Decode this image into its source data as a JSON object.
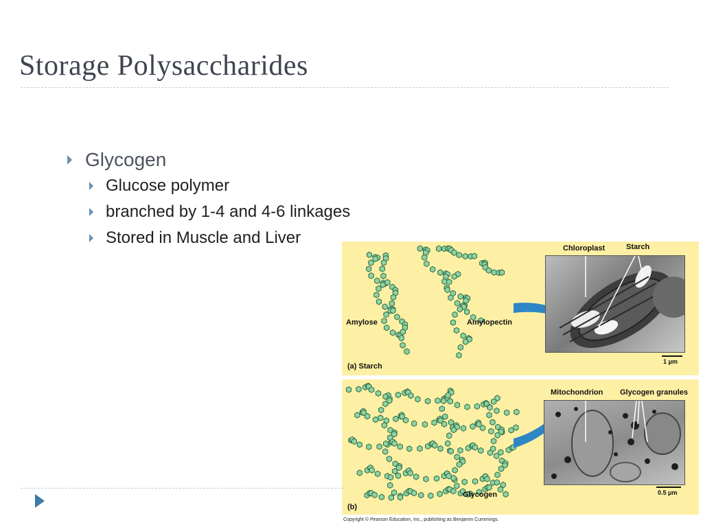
{
  "slide": {
    "title": "Storage Polysaccharides"
  },
  "bullets": {
    "level1": "Glycogen",
    "level2": [
      "Glucose polymer",
      "branched by 1-4 and 4-6 linkages",
      "Stored in Muscle and Liver"
    ]
  },
  "figure": {
    "panel_a": {
      "caption_letter": "(a)",
      "caption": "Starch",
      "label_amylose": "Amylose",
      "label_amylopectin": "Amylopectin",
      "label_chloroplast": "Chloroplast",
      "label_starch": "Starch",
      "scale": "1 μm"
    },
    "panel_b": {
      "caption_letter": "(b)",
      "label_glycogen": "Glycogen",
      "label_mitochondrion": "Mitochondrion",
      "label_granules": "Glycogen granules",
      "scale": "0.5 μm"
    },
    "copyright": "Copyright © Pearson Education, Inc., publishing as Benjamin Cummings."
  },
  "colors": {
    "title": "#3f4451",
    "bullet_arrow": "#6b8fb2",
    "panel_bg": "#fdf0a4",
    "glucose_fill": "#8fd3a3",
    "glucose_stroke": "#2f6b45",
    "callout_arrow": "#2f86c6",
    "nav_icon": "#3c7aa8"
  },
  "icons": {
    "bullet": "right-triangle-icon",
    "nav": "next-slide-icon"
  }
}
